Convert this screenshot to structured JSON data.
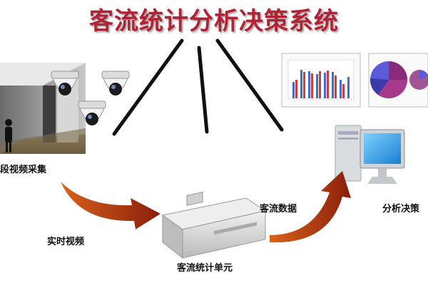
{
  "title": "客流统计分析决策系统",
  "labels": {
    "capture": "段视频采集",
    "realtime_video": "实时视频",
    "counting_unit": "客流统计单元",
    "traffic_data": "客流数据",
    "decision": "分析决策"
  },
  "colors": {
    "title_red": "#b22234",
    "arrow_red": "#a0280e",
    "bar_blue": "#3b6fd6",
    "bar_red": "#d83a3a",
    "pie_purple": "#8a2a7a",
    "pie_blue": "#5b5bd8"
  },
  "icons": [
    "dome-camera-icon",
    "person-silhouette-icon",
    "server-icon",
    "desktop-computer-icon",
    "bar-chart-icon",
    "pie-chart-icon"
  ]
}
